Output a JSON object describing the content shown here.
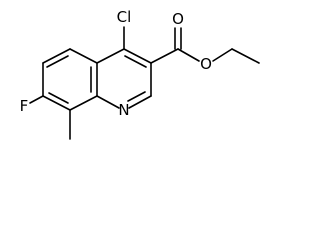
{
  "molecule": {
    "atoms": {
      "chlorine": "Cl",
      "carbonyl_oxygen": "O",
      "ester_oxygen": "O",
      "fluorine": "F",
      "ring_nitrogen": "N"
    },
    "colors": {
      "bond": "#000000",
      "label": "#000000",
      "background": "#ffffff"
    }
  }
}
